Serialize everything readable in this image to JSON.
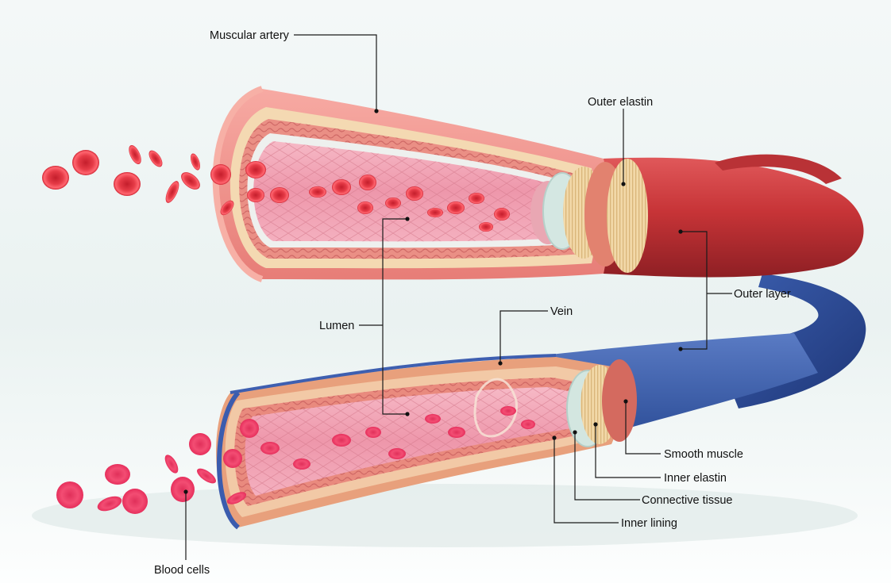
{
  "labels": {
    "muscular_artery": "Muscular artery",
    "outer_elastin": "Outer elastin",
    "outer_layer": "Outer layer",
    "lumen": "Lumen",
    "vein": "Vein",
    "smooth_muscle": "Smooth muscle",
    "inner_elastin": "Inner elastin",
    "connective_tissue": "Connective tissue",
    "inner_lining": "Inner lining",
    "blood_cells": "Blood cells"
  },
  "colors": {
    "artery_outer": "#c9373a",
    "artery_wall": "#f08c86",
    "vein_outer": "#2f4f96",
    "lumen": "#f2a3b3",
    "blood_cell": "#e0323f",
    "elastin": "#f3dcae",
    "connective": "#cfe3df"
  }
}
